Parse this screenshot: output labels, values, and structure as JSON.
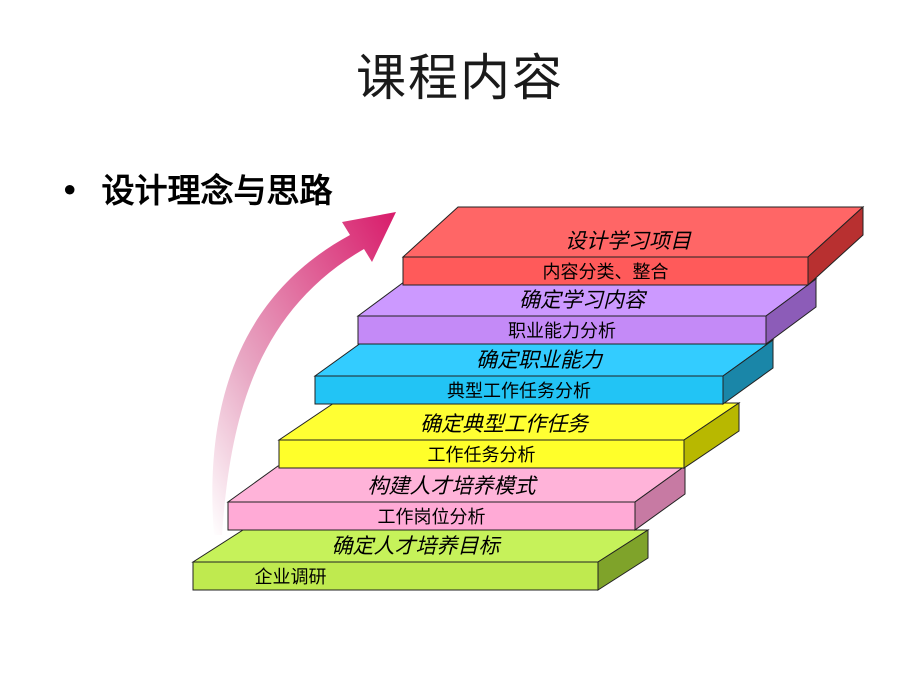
{
  "slide": {
    "title": "课程内容",
    "bullet": "设计理念与思路"
  },
  "steps": [
    {
      "top_label": "确定人才培养目标",
      "front_label": "企业调研",
      "color_top": "#c6f25a",
      "color_front": "#bfea4f",
      "color_side": "#7fa32a"
    },
    {
      "top_label": "构建人才培养模式",
      "front_label": "工作岗位分析",
      "color_top": "#ffb3d9",
      "color_front": "#ffaad6",
      "color_side": "#c77aa3"
    },
    {
      "top_label": "确定典型工作任务",
      "front_label": "工作任务分析",
      "color_top": "#ffff33",
      "color_front": "#ffff2a",
      "color_side": "#b8b800"
    },
    {
      "top_label": "确定职业能力",
      "front_label": "典型工作任务分析",
      "color_top": "#33ccff",
      "color_front": "#22c4f5",
      "color_side": "#1a86a8"
    },
    {
      "top_label": "确定学习内容",
      "front_label": "职业能力分析",
      "color_top": "#cc99ff",
      "color_front": "#c48af7",
      "color_side": "#8c5cb8"
    },
    {
      "top_label": "设计学习项目",
      "front_label": "内容分类、整合",
      "color_top": "#ff6666",
      "color_front": "#ff5a5a",
      "color_side": "#b83030"
    }
  ],
  "arrow": {
    "color": "#d81b6a",
    "color_dark": "#a30f4d"
  }
}
